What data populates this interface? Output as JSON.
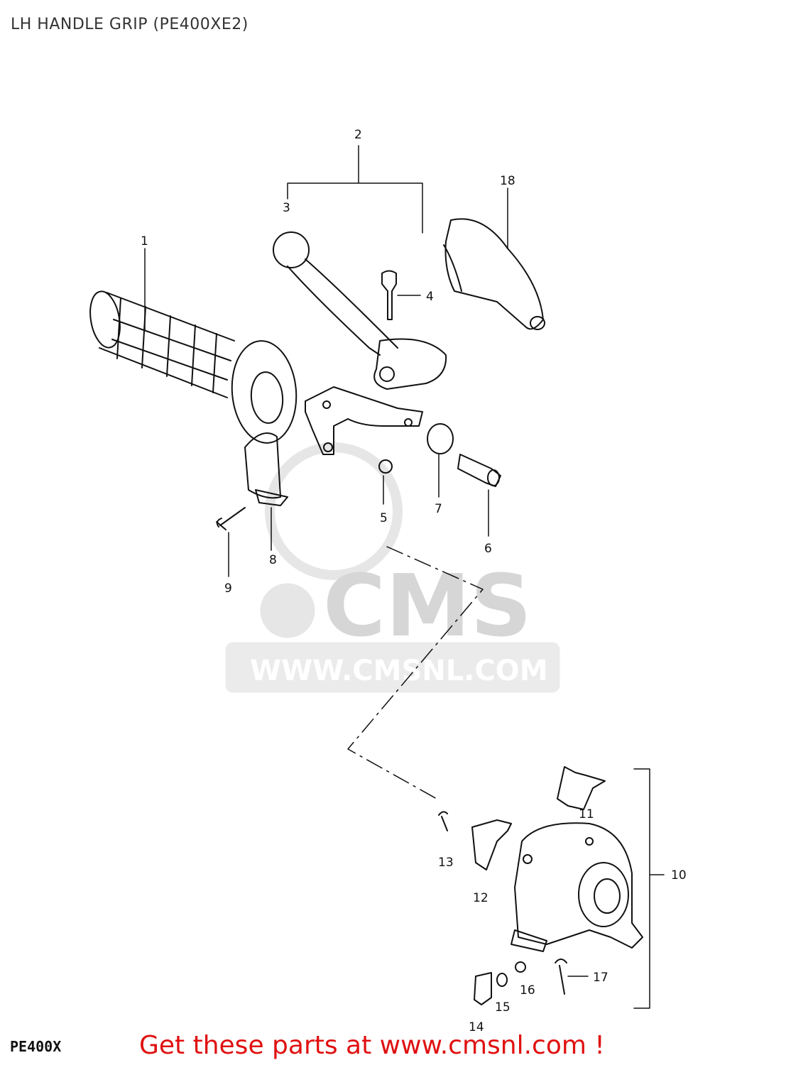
{
  "title": "LH HANDLE GRIP (PE400XE2)",
  "footer_code": "PE400X",
  "cta": "Get these parts at www.cmsnl.com !",
  "watermark": {
    "logo_text": "CMS",
    "url_text": "WWW.CMSNL.COM"
  },
  "callouts": [
    "1",
    "2",
    "3",
    "4",
    "5",
    "6",
    "7",
    "8",
    "9",
    "10",
    "11",
    "12",
    "13",
    "14",
    "15",
    "16",
    "17",
    "18"
  ],
  "colors": {
    "cta": "#e01010",
    "line": "#111111",
    "watermark": "#d9d9d9"
  }
}
